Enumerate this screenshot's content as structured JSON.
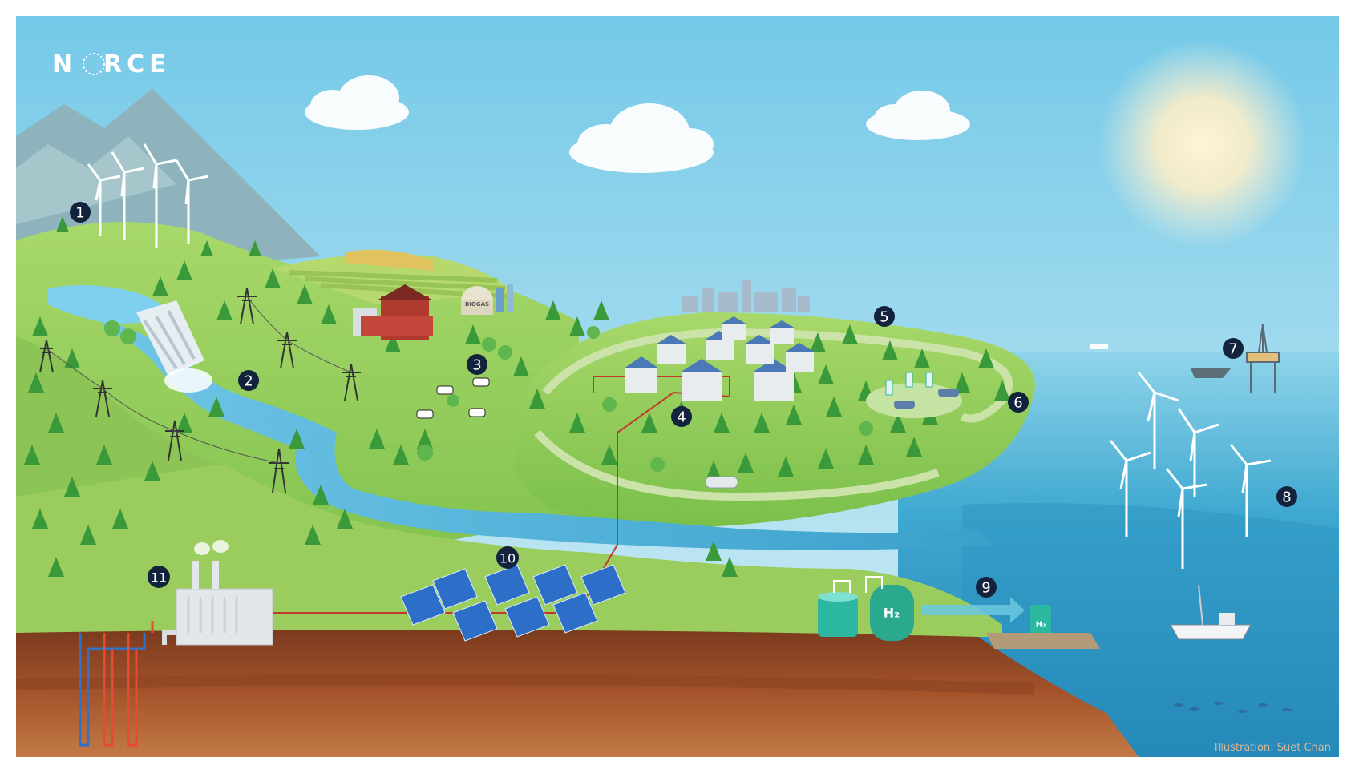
{
  "logo": {
    "text": "N  RCE"
  },
  "markers": [
    {
      "num": "1"
    },
    {
      "num": "2"
    },
    {
      "num": "3"
    },
    {
      "num": "4"
    },
    {
      "num": "5"
    },
    {
      "num": "6"
    },
    {
      "num": "7"
    },
    {
      "num": "8"
    },
    {
      "num": "9"
    },
    {
      "num": "10"
    },
    {
      "num": "11"
    }
  ],
  "labels": {
    "biogas": "BIOGAS",
    "h2_tank": "H₂",
    "h2_pump": "H₂"
  },
  "credit": "Illustration: Suet Chan",
  "colors": {
    "sky_top": "#7ccde9",
    "sky_bottom": "#d6eef4",
    "grass": "#8cc858",
    "sea": "#3aa6cc",
    "soil": "#a0522d",
    "marker": "#14233d",
    "hydrogen": "#2bb7a0"
  }
}
